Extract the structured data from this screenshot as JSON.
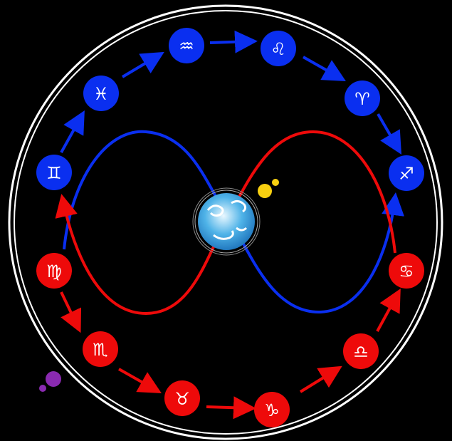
{
  "colors": {
    "background": "#000000",
    "ring": "#ffffff",
    "blue": "#0a2ff0",
    "red": "#ee0a0a",
    "sun": "#f8d010",
    "planet": "#8a2ab0",
    "earth_light": "#cdefff",
    "earth_mid": "#4fb3e8",
    "earth_dark": "#1a6fb8"
  },
  "center_icon": "earth-icon",
  "blue_signs": [
    {
      "name": "gemini",
      "glyph": "♊"
    },
    {
      "name": "pisces",
      "glyph": "♓"
    },
    {
      "name": "aquarius",
      "glyph": "♒"
    },
    {
      "name": "leo",
      "glyph": "♌"
    },
    {
      "name": "aries",
      "glyph": "♈"
    },
    {
      "name": "sagittarius",
      "glyph": "♐"
    }
  ],
  "red_signs": [
    {
      "name": "virgo",
      "glyph": "♍"
    },
    {
      "name": "scorpio",
      "glyph": "♏"
    },
    {
      "name": "taurus",
      "glyph": "♉"
    },
    {
      "name": "capricorn",
      "glyph": "♑"
    },
    {
      "name": "libra",
      "glyph": "♎"
    },
    {
      "name": "cancer",
      "glyph": "♋"
    }
  ]
}
